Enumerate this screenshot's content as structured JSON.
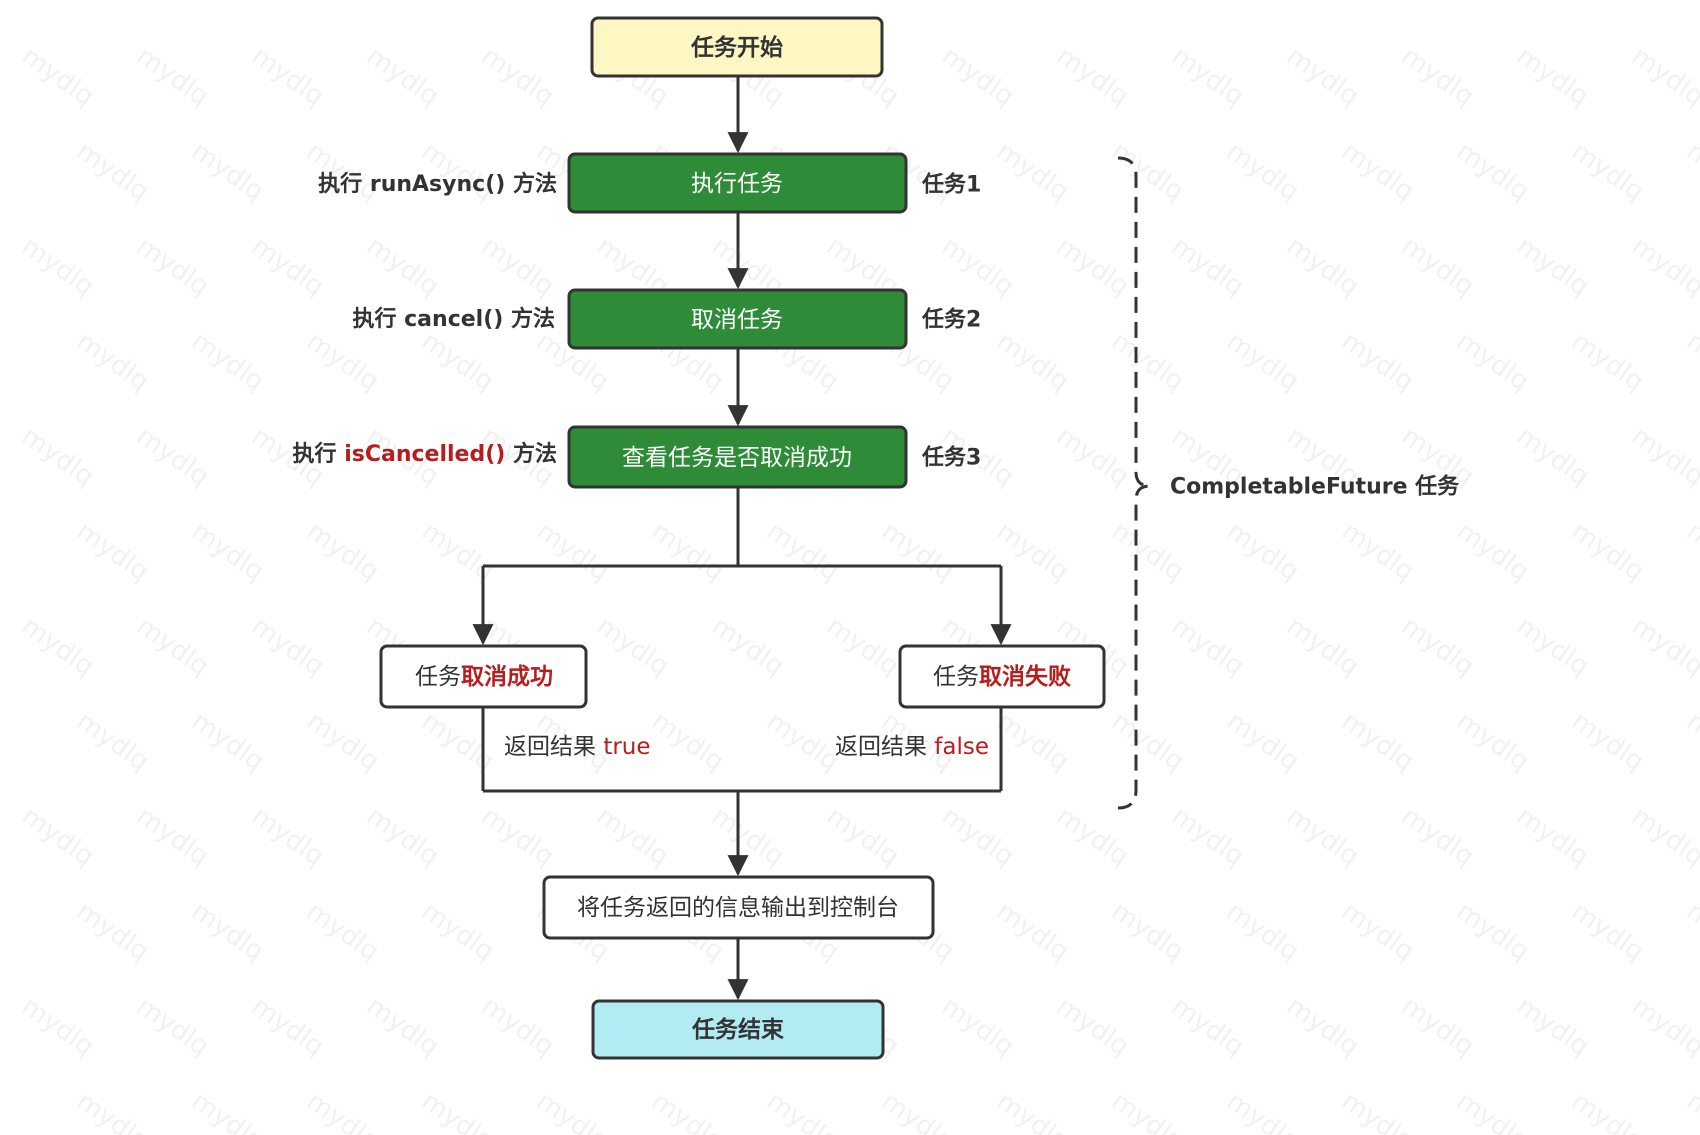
{
  "watermark": "mydlq",
  "nodes": {
    "start": {
      "label": "任务开始",
      "fill": "#fef7c4"
    },
    "step1": {
      "label": "执行任务",
      "fill": "#2e8b38",
      "side": "任务1",
      "left_prefix": "执行",
      "left_method": "runAsync()",
      "left_suffix": "方法"
    },
    "step2": {
      "label": "取消任务",
      "fill": "#2e8b38",
      "side": "任务2",
      "left_prefix": "执行",
      "left_method": "cancel()",
      "left_suffix": "方法"
    },
    "step3": {
      "label": "查看任务是否取消成功",
      "fill": "#2e8b38",
      "side": "任务3",
      "left_prefix": "执行",
      "left_method": "isCancelled()",
      "left_suffix": "方法"
    },
    "success": {
      "prefix": "任务",
      "emphasis": "取消成功",
      "return_prefix": "返回结果",
      "return_value": "true"
    },
    "fail": {
      "prefix": "任务",
      "emphasis": "取消失败",
      "return_prefix": "返回结果",
      "return_value": "false"
    },
    "output": {
      "label": "将任务返回的信息输出到控制台"
    },
    "end": {
      "label": "任务结束",
      "fill": "#b2ebf2"
    }
  },
  "group": {
    "label": "CompletableFuture 任务"
  },
  "colors": {
    "emphasis": "#b81c1c",
    "stroke": "#333333",
    "text": "#333333",
    "green_text": "#ffffff"
  }
}
